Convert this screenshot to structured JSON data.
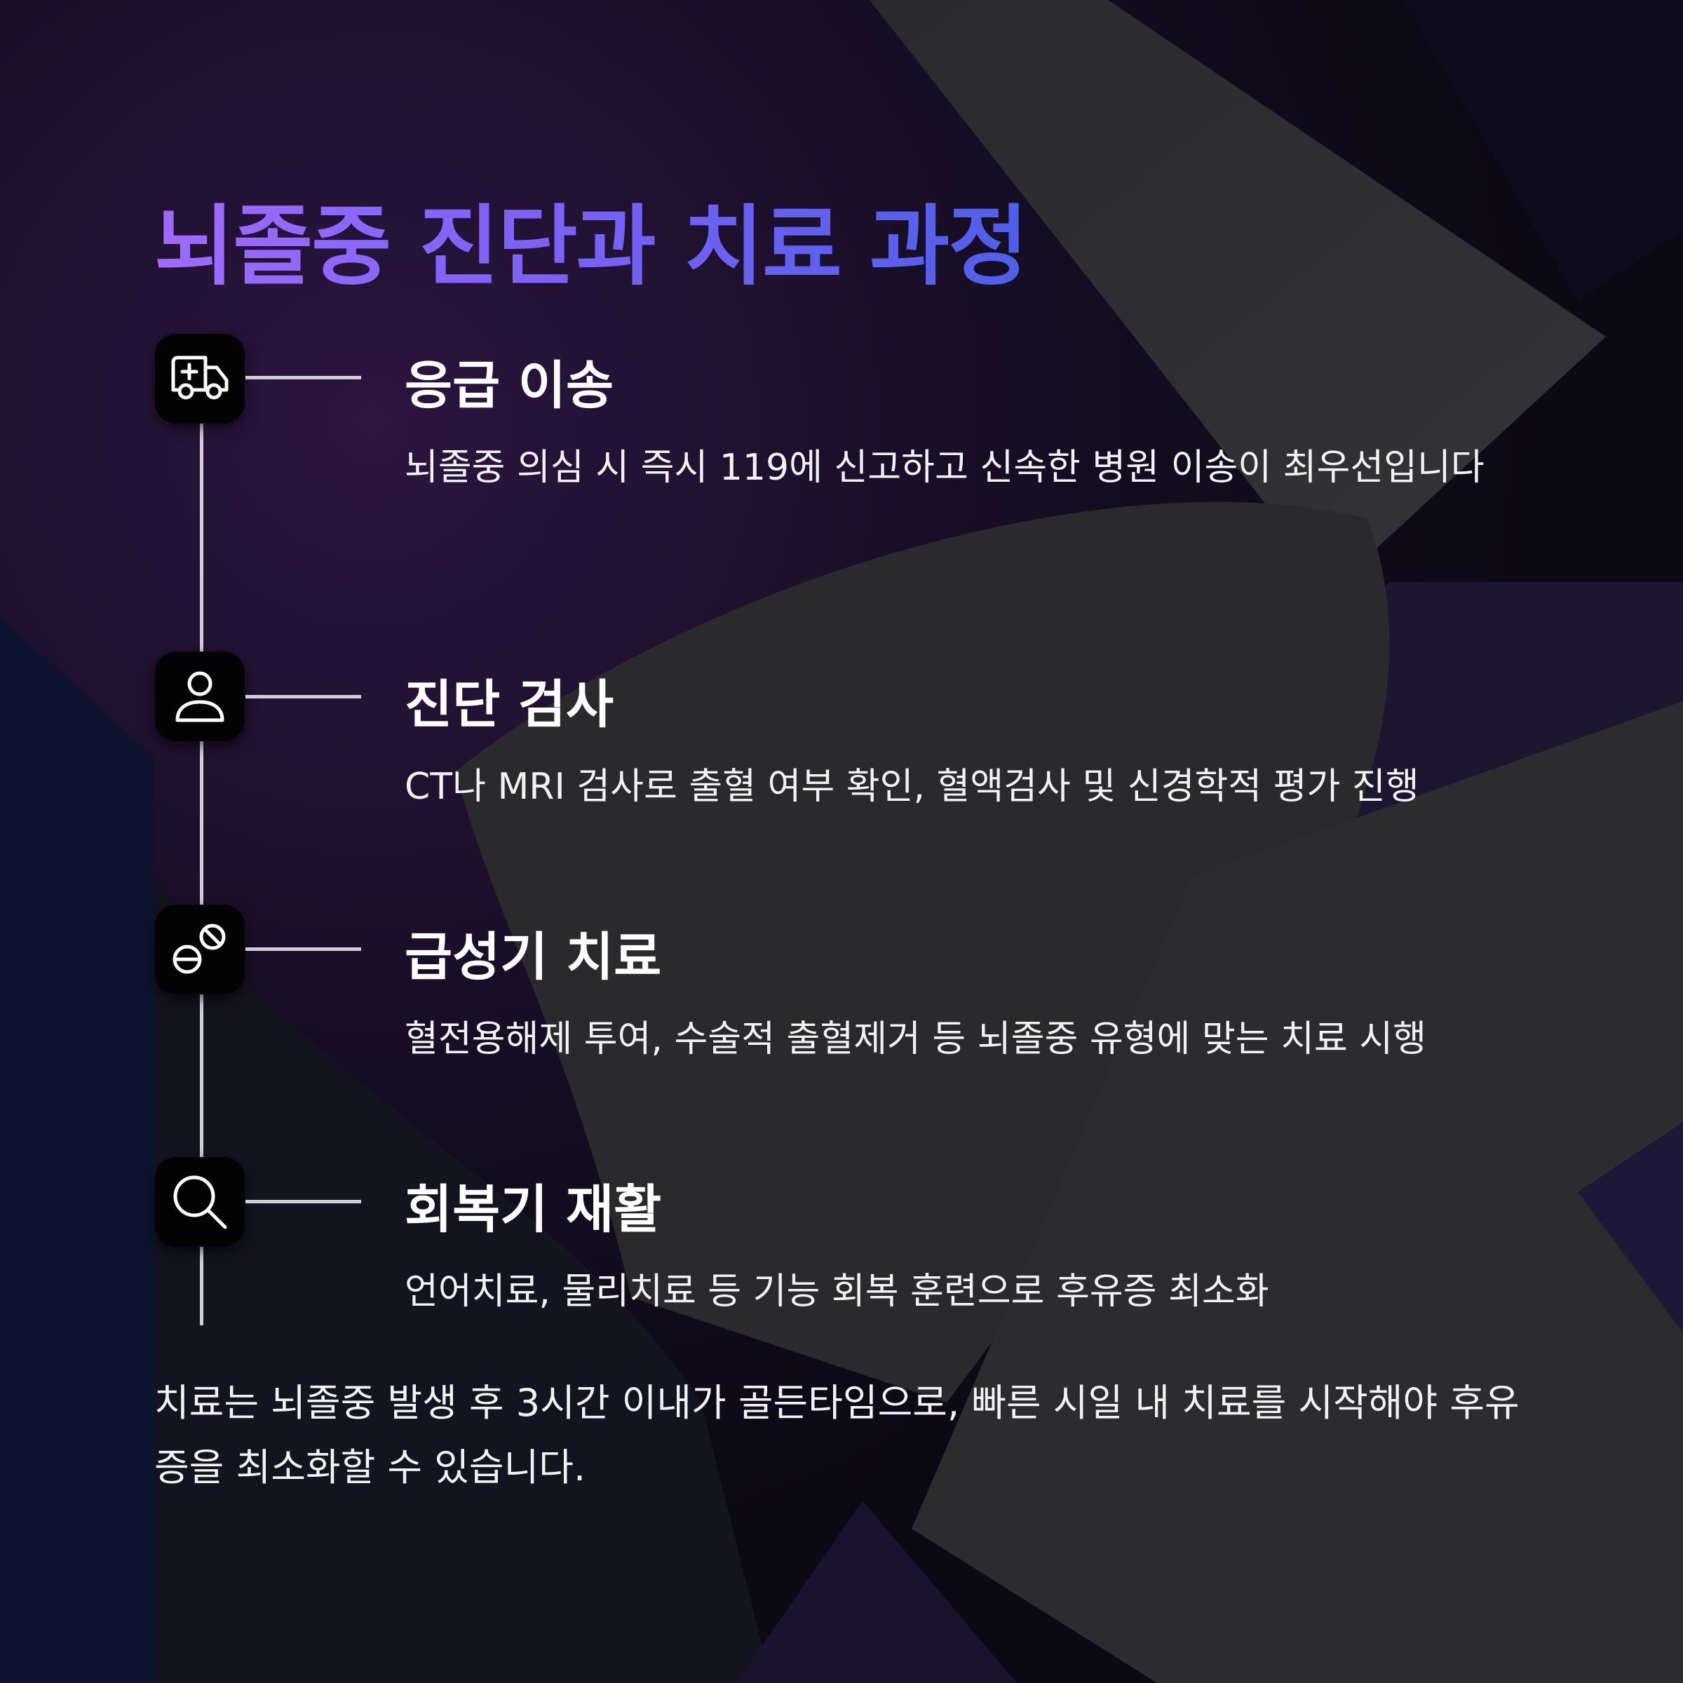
{
  "title": "뇌졸중 진단과 치료 과정",
  "steps": [
    {
      "icon": "ambulance-icon",
      "title": "응급 이송",
      "desc": "뇌졸중 의심 시 즉시 119에 신고하고 신속한 병원 이송이 최우선입니다"
    },
    {
      "icon": "person-icon",
      "title": "진단 검사",
      "desc": "CT나 MRI 검사로 출혈 여부 확인, 혈액검사 및 신경학적 평가 진행"
    },
    {
      "icon": "pills-icon",
      "title": "급성기 치료",
      "desc": "혈전용해제 투여, 수술적 출혈제거 등 뇌졸중 유형에 맞는 치료 시행"
    },
    {
      "icon": "magnifier-icon",
      "title": "회복기 재활",
      "desc": "언어치료, 물리치료 등 기능 회복 훈련으로 후유증 최소화"
    }
  ],
  "footer": "치료는 뇌졸중 발생 후 3시간 이내가 골든타임으로, 빠른 시일 내 치료를 시작해야 후유증을 최소화할 수 있습니다.",
  "colors": {
    "title_gradient_start": "#a06bff",
    "title_gradient_end": "#4f5fe8",
    "background": "#120c1f",
    "line": "#cfcfd6"
  }
}
